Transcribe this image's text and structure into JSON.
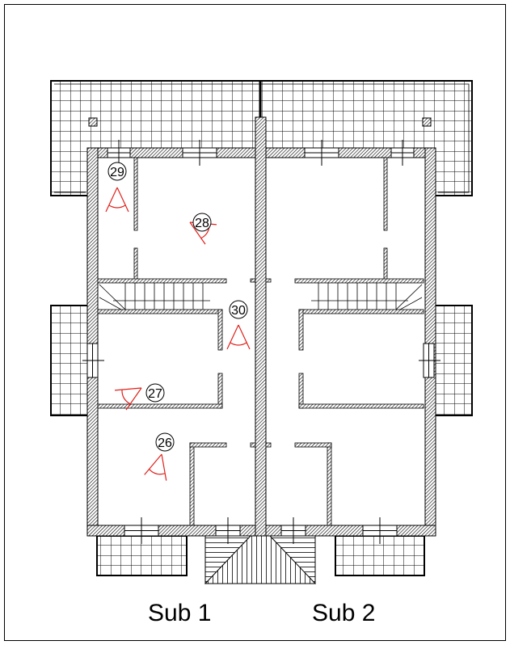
{
  "drawing": {
    "units": [
      {
        "label": "Sub 1"
      },
      {
        "label": "Sub 2"
      }
    ],
    "markers": [
      "29",
      "28",
      "30",
      "27",
      "26"
    ],
    "colors": {
      "line": "#000000",
      "marker": "#e0201a"
    }
  }
}
